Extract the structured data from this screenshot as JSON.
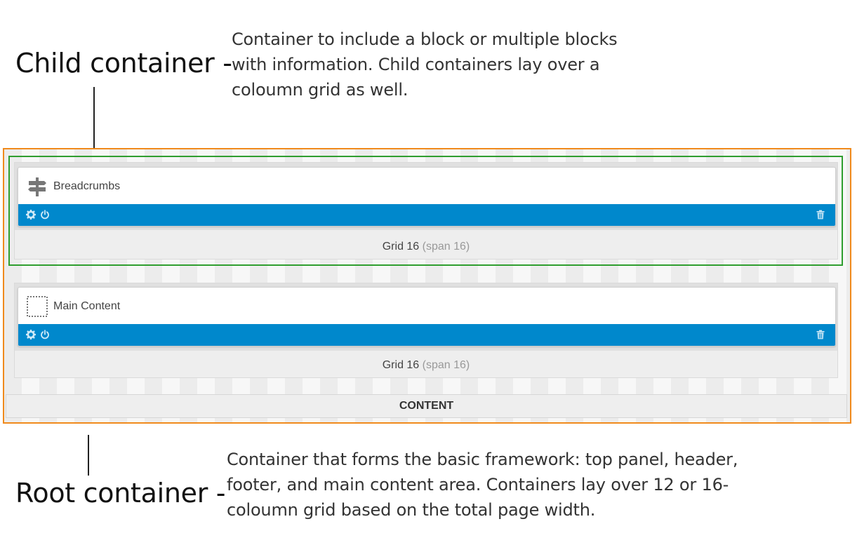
{
  "annotations": {
    "child": {
      "label": "Child container -",
      "description": [
        "Container to include a block or multiple blocks",
        "with information. Child containers lay over a",
        "coloumn grid as well."
      ]
    },
    "root": {
      "label": "Root container -",
      "description": [
        "Container that forms the basic framework: top panel, header,",
        "footer, and main content area. Containers lay over 12 or 16-",
        "coloumn grid based on the total page width."
      ]
    }
  },
  "rows": [
    {
      "block_title": "Breadcrumbs",
      "block_icon": "signpost-icon",
      "grid_label": "Grid 16",
      "grid_span": "(span 16)"
    },
    {
      "block_title": "Main Content",
      "block_icon": "dotted-square-icon",
      "grid_label": "Grid 16",
      "grid_span": "(span 16)"
    }
  ],
  "content_bar": {
    "label": "CONTENT"
  },
  "bar_icons": [
    "gear-icon",
    "power-icon",
    "trash-icon"
  ],
  "colors": {
    "root_frame": "#f08a1c",
    "child_frame": "#2f9e2f",
    "block_bar": "#0088cc"
  }
}
